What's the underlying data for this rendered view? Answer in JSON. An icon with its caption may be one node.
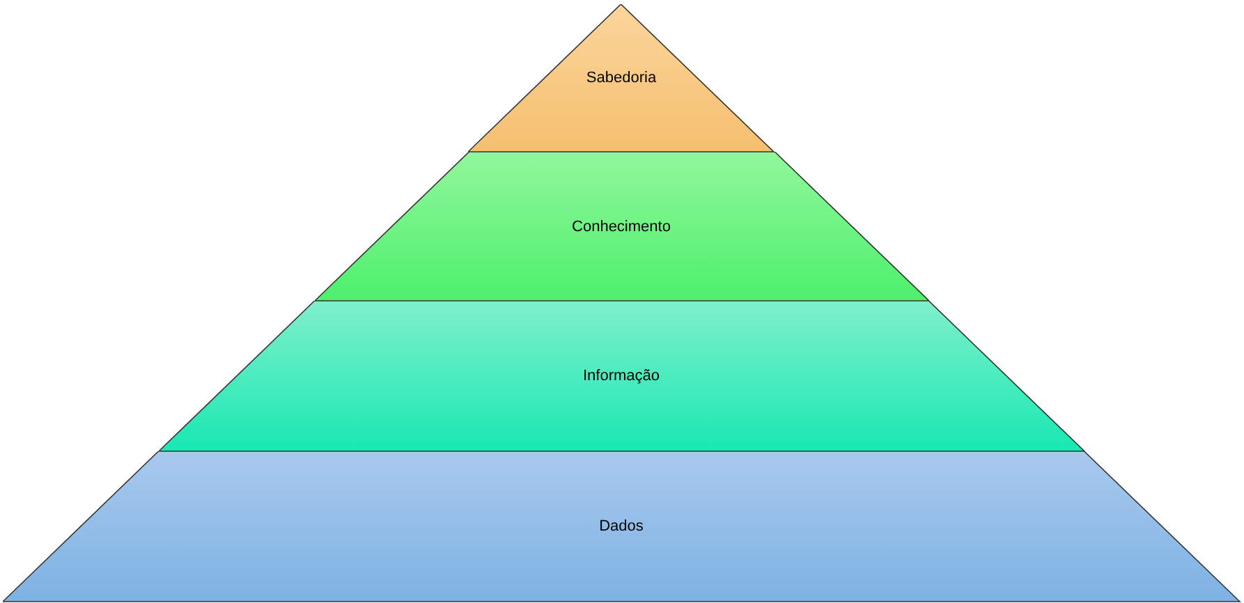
{
  "diagram": {
    "nodes": [
      {
        "text": [
          "Sabedoria"
        ]
      },
      {
        "text": [
          "Conhecimento"
        ]
      },
      {
        "text": [
          "Informação"
        ]
      },
      {
        "text": [
          "Dados"
        ]
      }
    ]
  }
}
